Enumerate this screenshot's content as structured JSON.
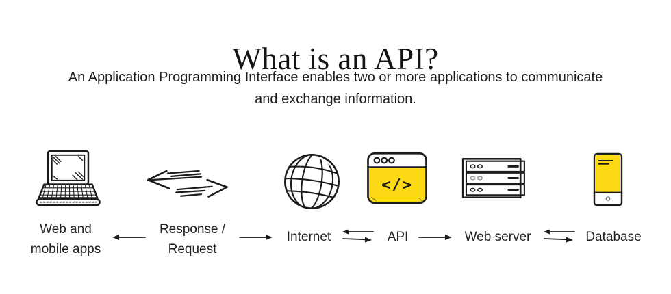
{
  "colors": {
    "yellow": "#FBD914",
    "ink": "#1C1C1C",
    "text": "#202124"
  },
  "header": {
    "title": "What is an API?",
    "subtitle_lines": [
      "An Application Programming Interface enables two or more applications to communicate",
      "and exchange information."
    ]
  },
  "diagram": {
    "nodes": [
      {
        "id": "web-apps",
        "icon": "laptop-icon",
        "label": "Web and mobile apps",
        "lines": [
          "Web and",
          "mobile apps"
        ]
      },
      {
        "id": "response-request",
        "icon": "sketch-double-arrow-icon",
        "label": "Response / Request",
        "lines": [
          "Response /",
          "Request"
        ]
      },
      {
        "id": "internet",
        "icon": "globe-icon",
        "label": "Internet"
      },
      {
        "id": "api",
        "icon": "browser-code-icon",
        "label": "API",
        "code_glyph": "</>"
      },
      {
        "id": "web-server",
        "icon": "server-icon",
        "label": "Web server"
      },
      {
        "id": "database",
        "icon": "smartphone-icon",
        "label": "Database"
      }
    ],
    "connectors": [
      {
        "from": "response-request",
        "to": "web-apps",
        "type": "single-left"
      },
      {
        "from": "response-request",
        "to": "internet",
        "type": "single-right"
      },
      {
        "from": "internet",
        "to": "api",
        "type": "double"
      },
      {
        "from": "api",
        "to": "web-server",
        "type": "single-right"
      },
      {
        "from": "web-server",
        "to": "database",
        "type": "double"
      }
    ]
  }
}
